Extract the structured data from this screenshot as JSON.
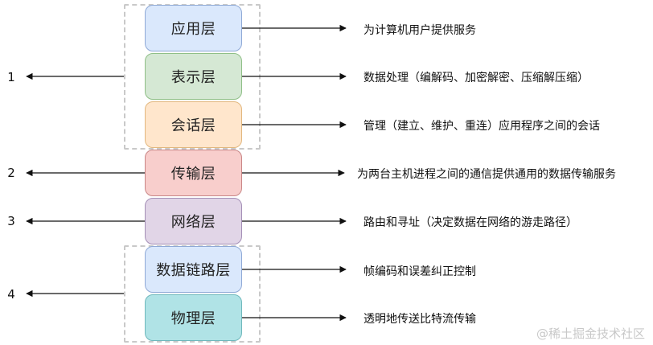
{
  "layers": [
    {
      "name": "应用层",
      "desc": "为计算机用户提供服务",
      "fill": "#dae8fc",
      "stroke": "#8fa9d6"
    },
    {
      "name": "表示层",
      "desc": "数据处理（编解码、加密解密、压缩解压缩）",
      "fill": "#d5e8d4",
      "stroke": "#8fbf87"
    },
    {
      "name": "会话层",
      "desc": "管理（建立、维护、重连）应用程序之间的会话",
      "fill": "#ffe6cc",
      "stroke": "#e2b77e"
    },
    {
      "name": "传输层",
      "desc": "为两台主机进程之间的通信提供通用的数据传输服务",
      "fill": "#f8cecc",
      "stroke": "#c98686"
    },
    {
      "name": "网络层",
      "desc": "路由和寻址（决定数据在网络的游走路径）",
      "fill": "#e1d5e7",
      "stroke": "#a48fb6"
    },
    {
      "name": "数据链路层",
      "desc": "帧编码和误差纠正控制",
      "fill": "#dae8fc",
      "stroke": "#8fa9d6"
    },
    {
      "name": "物理层",
      "desc": "透明地传送比特流传输",
      "fill": "#b0e3e6",
      "stroke": "#6fb8bc"
    }
  ],
  "groups": [
    {
      "label": "1"
    },
    {
      "label": "2"
    },
    {
      "label": "3"
    },
    {
      "label": "4"
    }
  ],
  "watermark": "@稀土掘金技术社区"
}
